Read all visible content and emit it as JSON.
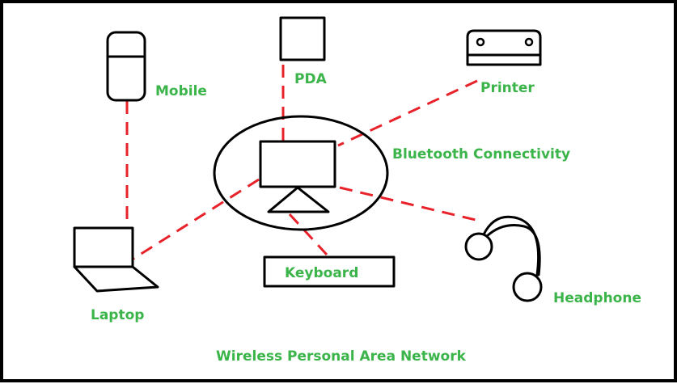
{
  "labels": {
    "mobile": "Mobile",
    "pda": "PDA",
    "printer": "Printer",
    "bluetooth": "Bluetooth Connectivity",
    "keyboard": "Keyboard",
    "laptop": "Laptop",
    "headphone": "Headphone",
    "caption": "Wireless Personal Area Network"
  },
  "colors": {
    "label_green": "#3bb44a",
    "link_red": "#e8222a",
    "outline": "#000000"
  }
}
